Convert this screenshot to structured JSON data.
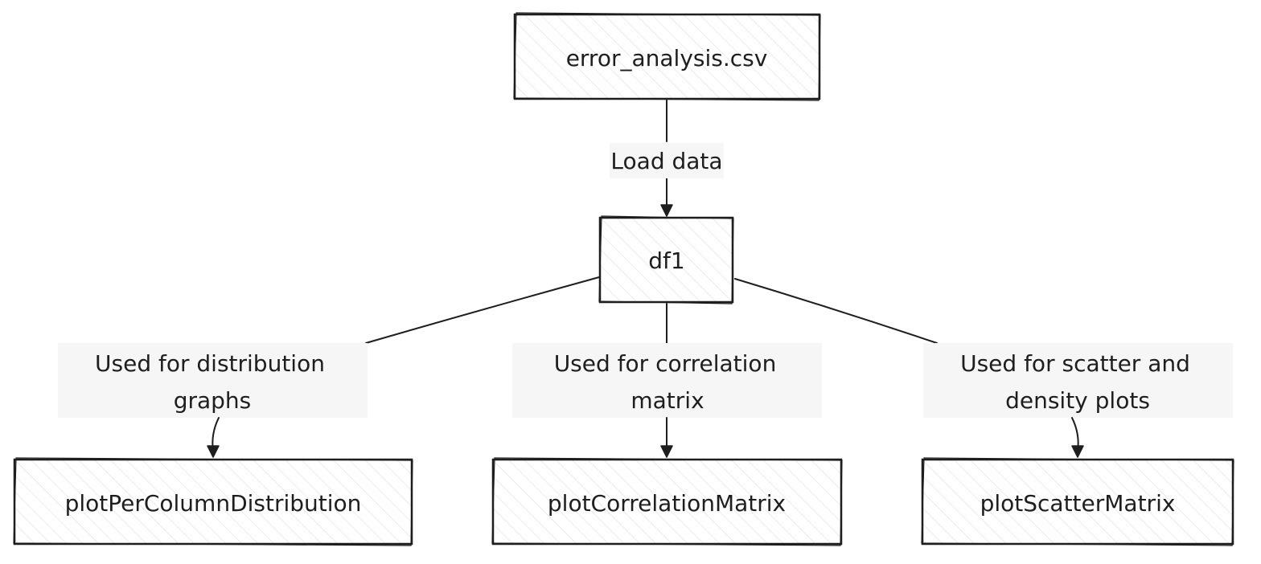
{
  "nodes": {
    "source": {
      "label": "error_analysis.csv"
    },
    "df": {
      "label": "df1"
    },
    "distribution": {
      "label": "plotPerColumnDistribution"
    },
    "correlation": {
      "label": "plotCorrelationMatrix"
    },
    "scatter": {
      "label": "plotScatterMatrix"
    }
  },
  "edges": {
    "load": {
      "label": [
        "Load data"
      ]
    },
    "distribution": {
      "label": [
        "Used for distribution",
        "graphs"
      ]
    },
    "correlation": {
      "label": [
        "Used for correlation",
        "matrix"
      ]
    },
    "scatter": {
      "label": [
        "Used for scatter and",
        "density plots"
      ]
    }
  },
  "colors": {
    "stroke": "#1e1e1e",
    "label_background": "#f6f6f6",
    "hatch": "#d4d4d4"
  }
}
